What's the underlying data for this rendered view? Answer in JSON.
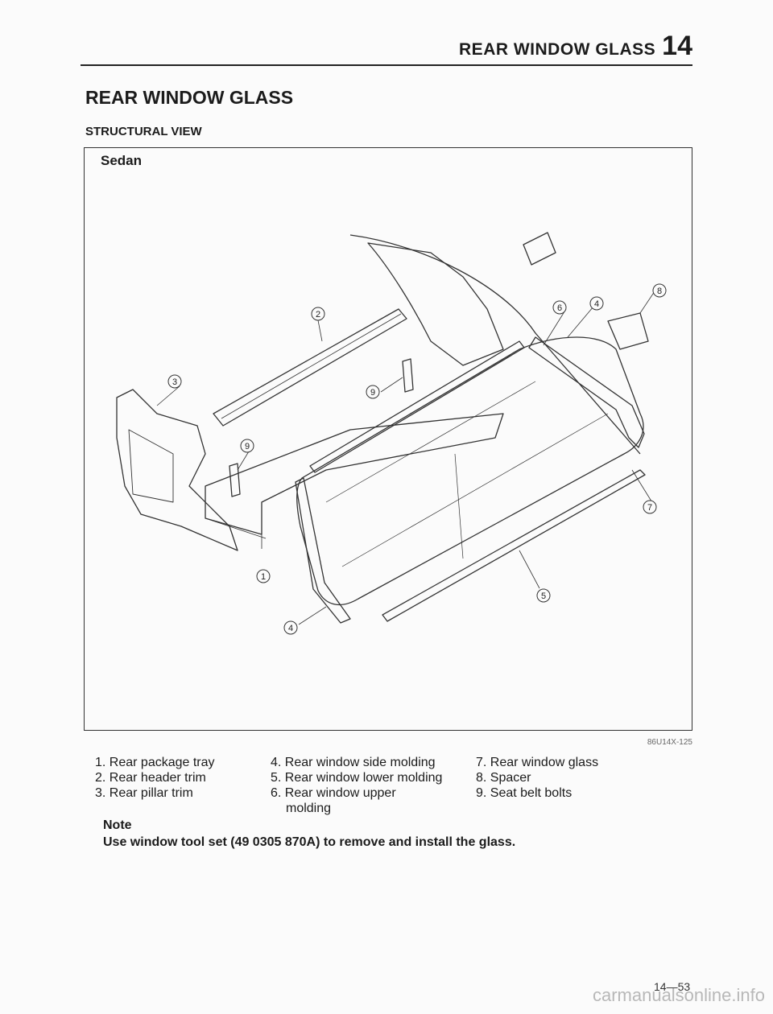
{
  "header": {
    "section_title": "REAR WINDOW GLASS",
    "chapter_number": "14"
  },
  "page_title": "REAR WINDOW GLASS",
  "section_title": "STRUCTURAL VIEW",
  "figure": {
    "label": "Sedan",
    "code": "86U14X-125",
    "callouts": [
      "1",
      "2",
      "3",
      "4",
      "4",
      "5",
      "6",
      "7",
      "8",
      "9",
      "9"
    ]
  },
  "legend": {
    "col1": [
      "1. Rear package tray",
      "2. Rear header trim",
      "3. Rear pillar trim"
    ],
    "col2": [
      "4. Rear window side molding",
      "5. Rear window lower molding",
      "6. Rear window upper",
      "molding"
    ],
    "col3": [
      "7. Rear window glass",
      "8. Spacer",
      "9. Seat belt bolts"
    ]
  },
  "note": {
    "label": "Note",
    "text": "Use window tool set (49 0305 870A) to remove and install the glass."
  },
  "page_number": "14—53",
  "watermark": "carmanualsonline.info"
}
